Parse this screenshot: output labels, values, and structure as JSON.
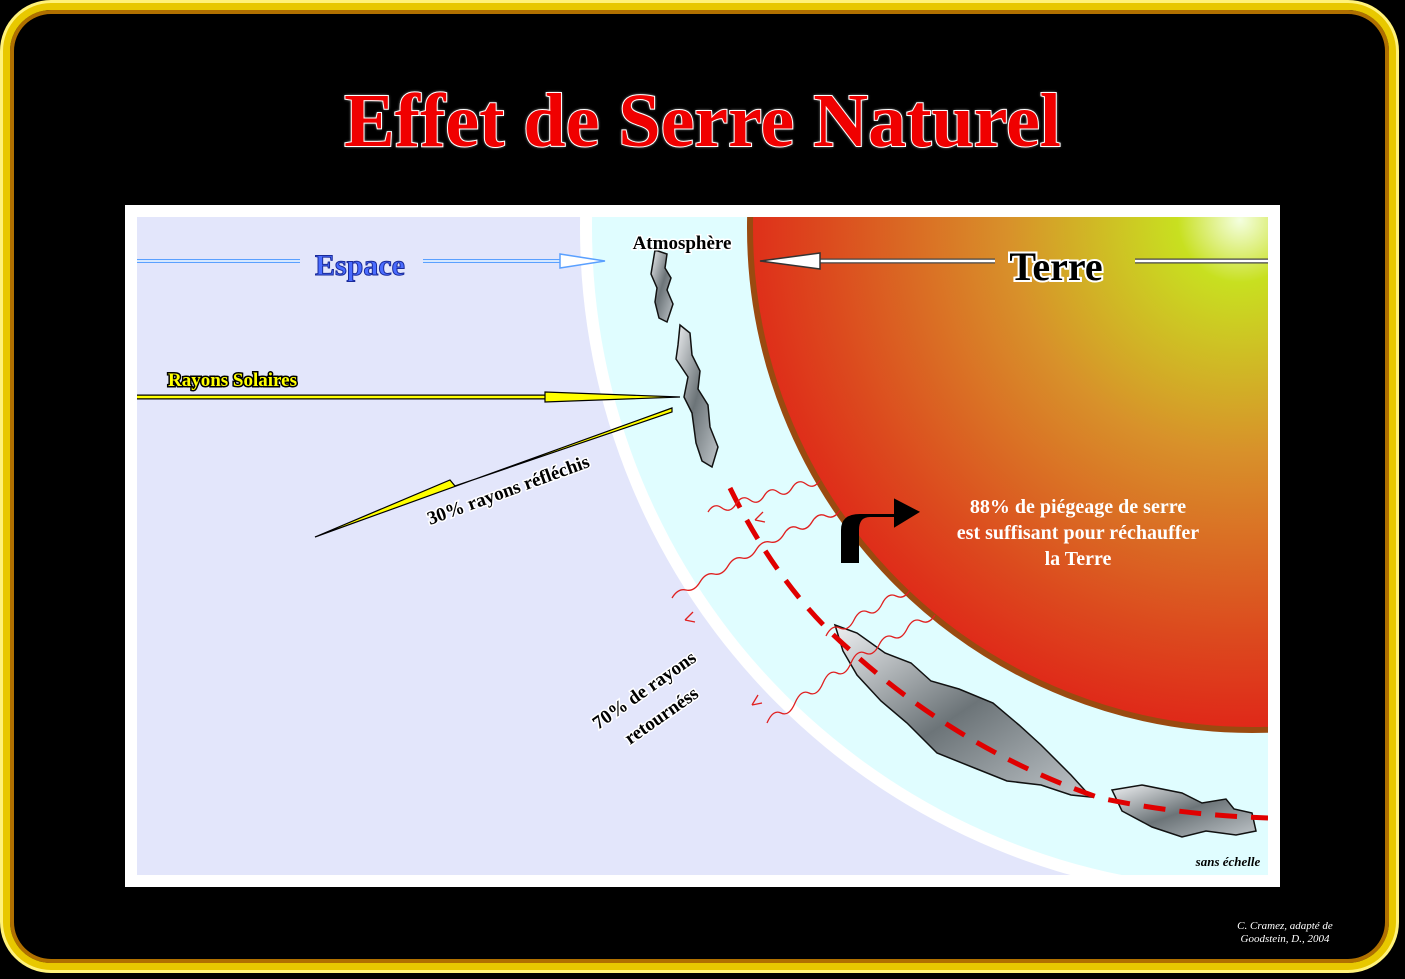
{
  "title": "Effet de Serre Naturel",
  "labels": {
    "space": "Espace",
    "atmosphere": "Atmosphère",
    "earth": "Terre",
    "sun_rays": "Rayons Solaires",
    "reflected": "30% rayons réfléchis",
    "returned_line1": "70% de rayons",
    "returned_line2": "retournéss",
    "trap_line1": "88% de piégeage de serre",
    "trap_line2": "est suffisant pour réchauffer",
    "trap_line3": "la Terre",
    "scale": "sans échelle"
  },
  "credit": {
    "line1": "C. Cramez, adapté de",
    "line2": "Goodstein, D., 2004"
  },
  "colors": {
    "title": "#f00000",
    "sun_rays": "#ffff00",
    "trap_dash": "#e00000",
    "space_bg": "#e3e6fb",
    "atmosphere_bg": "#e0fdff"
  }
}
